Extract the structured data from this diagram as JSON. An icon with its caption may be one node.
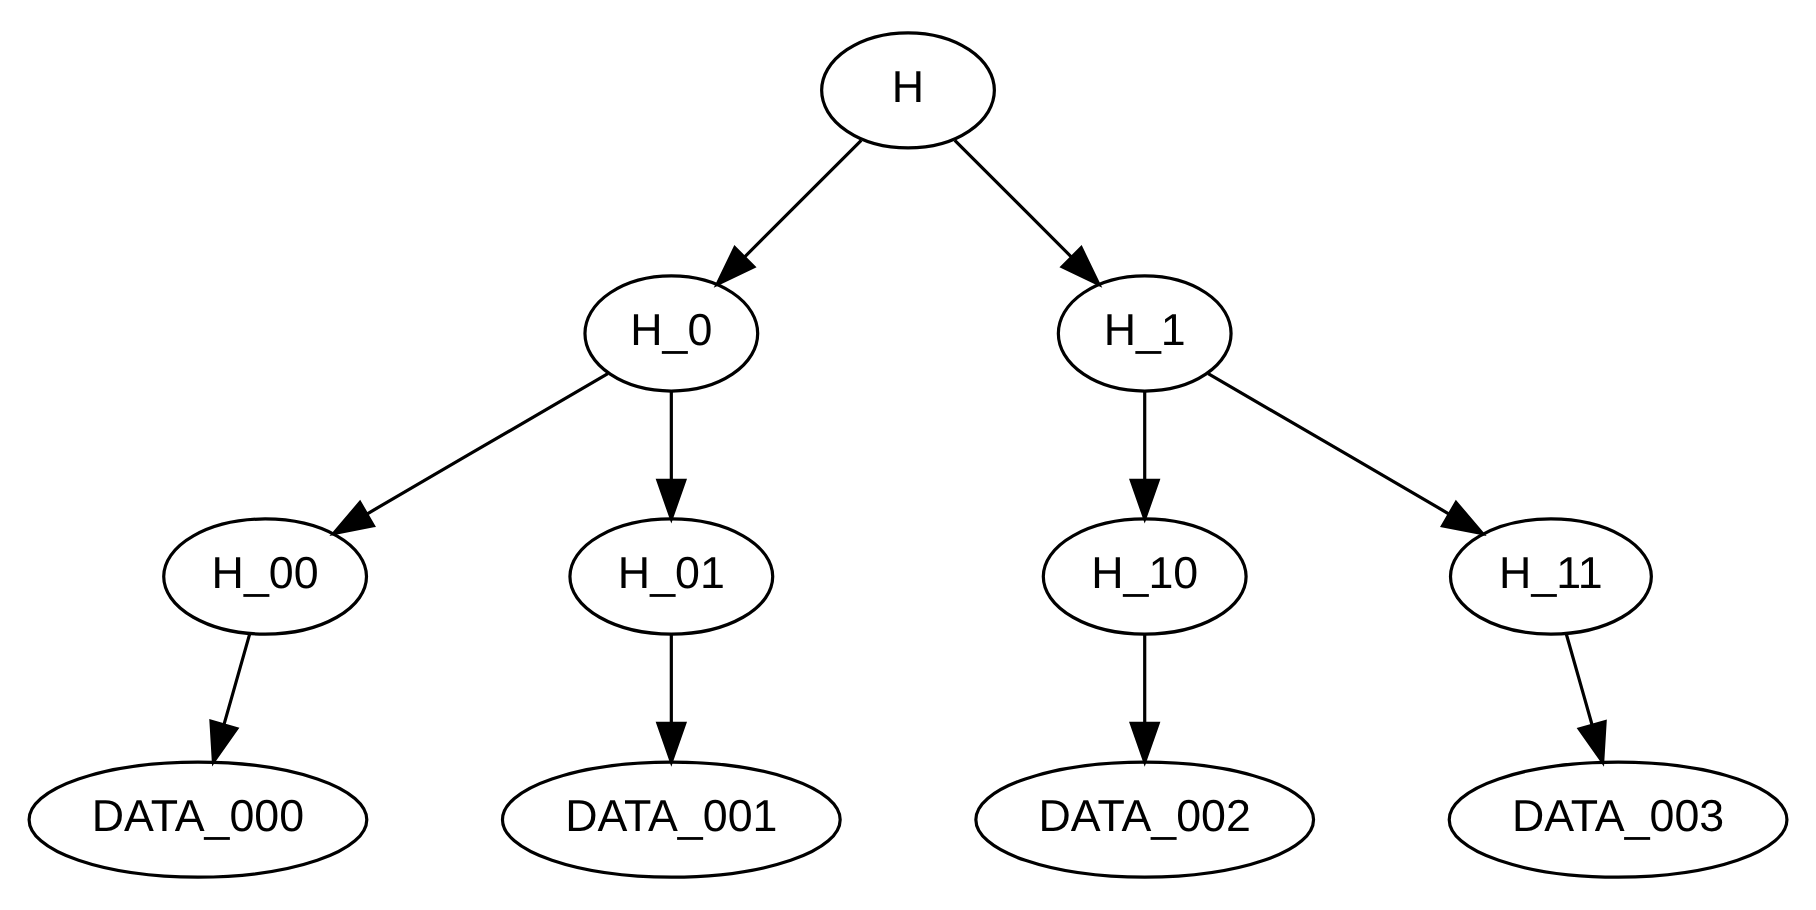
{
  "diagram": {
    "nodes": [
      {
        "text": [
          "H"
        ]
      },
      {
        "text": [
          "H_0"
        ]
      },
      {
        "text": [
          "H_1"
        ]
      },
      {
        "text": [
          "H_00"
        ]
      },
      {
        "text": [
          "H_01"
        ]
      },
      {
        "text": [
          "H_10"
        ]
      },
      {
        "text": [
          "H_11"
        ]
      },
      {
        "text": [
          "DATA_000"
        ]
      },
      {
        "text": [
          "DATA_001"
        ]
      },
      {
        "text": [
          "DATA_002"
        ]
      },
      {
        "text": [
          "DATA_003"
        ]
      }
    ],
    "edges": [
      {
        "from": 0,
        "to": 1,
        "arrow": "to"
      },
      {
        "from": 0,
        "to": 2,
        "arrow": "to"
      },
      {
        "from": 1,
        "to": 3,
        "arrow": "to"
      },
      {
        "from": 1,
        "to": 4,
        "arrow": "to"
      },
      {
        "from": 2,
        "to": 5,
        "arrow": "to"
      },
      {
        "from": 2,
        "to": 6,
        "arrow": "to"
      },
      {
        "from": 3,
        "to": 7,
        "arrow": "to"
      },
      {
        "from": 4,
        "to": 8,
        "arrow": "to"
      },
      {
        "from": 5,
        "to": 9,
        "arrow": "to"
      },
      {
        "from": 6,
        "to": 10,
        "arrow": "to"
      }
    ]
  }
}
